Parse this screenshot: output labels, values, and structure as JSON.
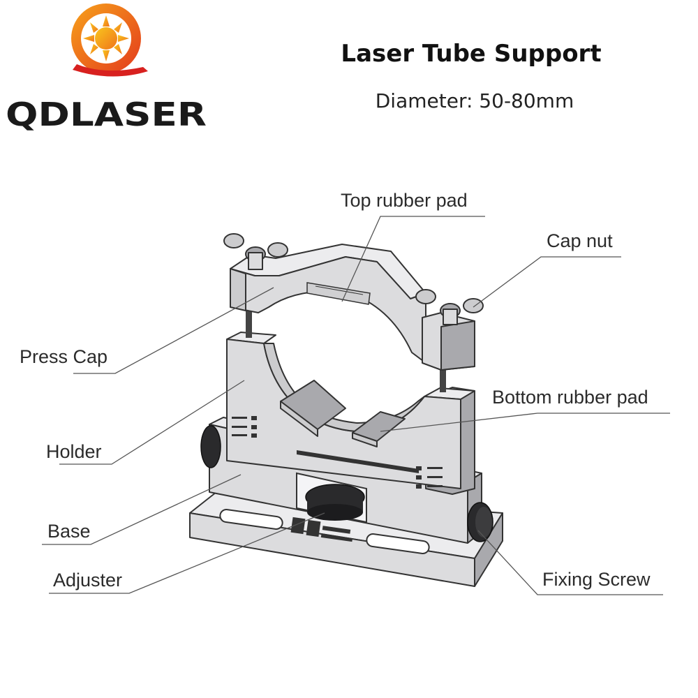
{
  "brand": {
    "name": "QDLASER",
    "logo_icon": "sun-q-logo",
    "colors": {
      "dark": "#1a1a1a",
      "red": "#d8211f",
      "orange": "#f28a16",
      "yellow": "#f7c21c"
    }
  },
  "header": {
    "title": "Laser Tube Support",
    "subtitle": "Diameter: 50-80mm"
  },
  "labels": {
    "top_rubber_pad": "Top rubber pad",
    "cap_nut": "Cap nut",
    "press_cap": "Press Cap",
    "bottom_rubber_pad": "Bottom rubber pad",
    "holder": "Holder",
    "base": "Base",
    "adjuster": "Adjuster",
    "fixing_screw": "Fixing Screw"
  }
}
